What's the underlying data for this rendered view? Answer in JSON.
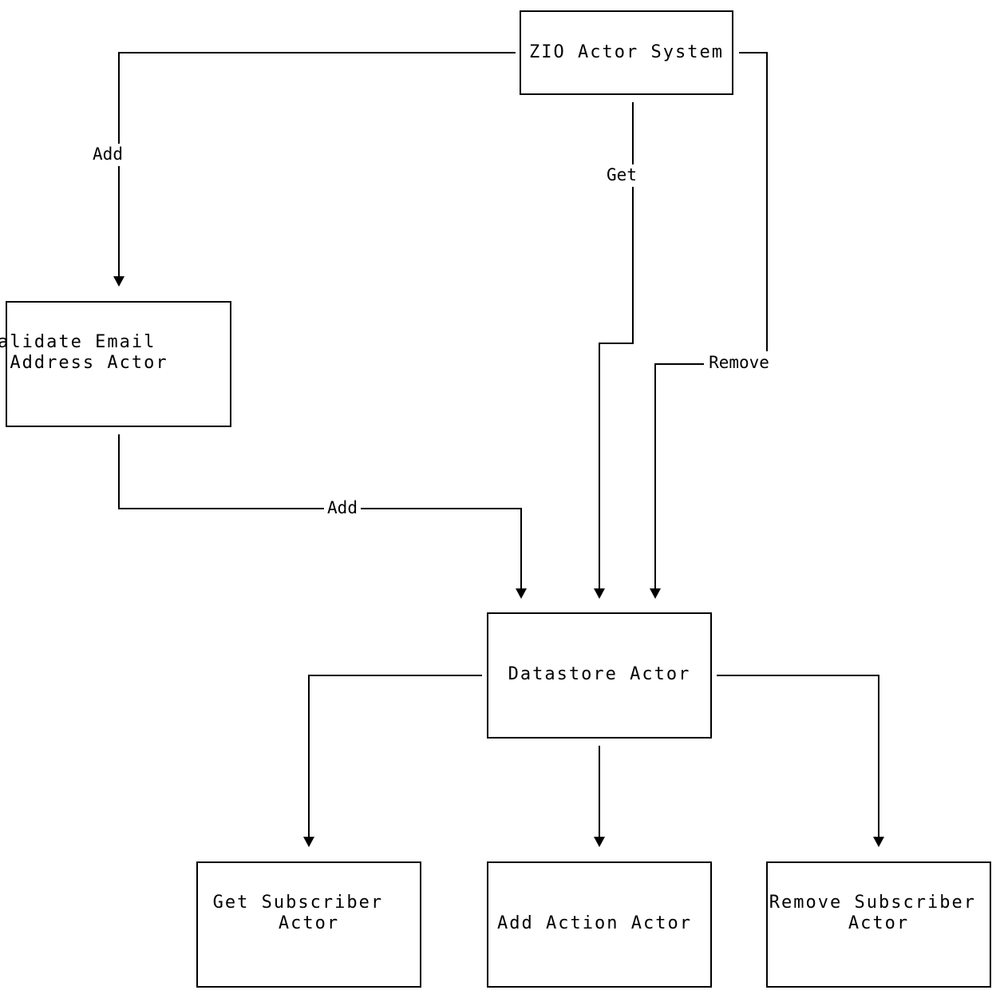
{
  "nodes": {
    "zio_actor_system": {
      "lines": [
        "ZIO Actor System"
      ]
    },
    "validate_email": {
      "lines": [
        "Validate Email",
        " Address Actor"
      ]
    },
    "datastore": {
      "lines": [
        "Datastore Actor"
      ]
    },
    "get_subscriber": {
      "lines": [
        "Get Subscriber",
        "Actor"
      ]
    },
    "add_action": {
      "lines": [
        "Add Action Actor"
      ]
    },
    "remove_subscriber": {
      "lines": [
        "Remove Subscriber",
        "Actor"
      ]
    }
  },
  "edges": {
    "system_to_validate": {
      "label": "Add"
    },
    "system_to_datastore_get": {
      "label": "Get"
    },
    "system_to_datastore_remove": {
      "label": "Remove"
    },
    "validate_to_datastore": {
      "label": "Add"
    },
    "datastore_to_get_subscriber": {
      "label": ""
    },
    "datastore_to_add_action": {
      "label": ""
    },
    "datastore_to_remove_subscriber": {
      "label": ""
    }
  }
}
